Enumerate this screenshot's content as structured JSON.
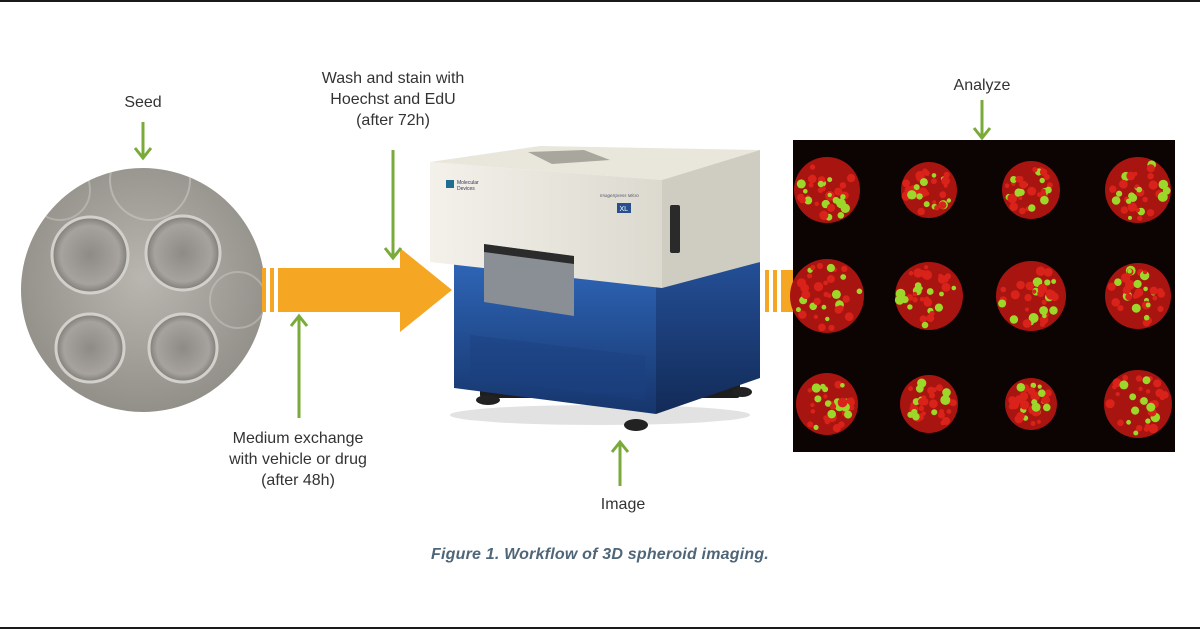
{
  "labels": {
    "seed": "Seed",
    "wash": [
      "Wash and stain with",
      "Hoechst and EdU",
      "(after 72h)"
    ],
    "medium": [
      "Medium exchange",
      "with vehicle or drug",
      "(after 48h)"
    ],
    "image": "Image",
    "analyze": "Analyze"
  },
  "instrument": {
    "brand": [
      "Molecular",
      "Devices"
    ],
    "model": "ImageXpress Micro",
    "badge": "XL"
  },
  "caption": "Figure 1. Workflow of 3D spheroid imaging.",
  "colors": {
    "flow_arrow": "#f5a623",
    "pointer_arrow": "#7aab3a",
    "caption": "#4f6678",
    "instrument_blue": "#1f4f9a",
    "panel_bg": "#0c0303",
    "stain_red": "#d8221a",
    "stain_green": "#9bd82a"
  }
}
